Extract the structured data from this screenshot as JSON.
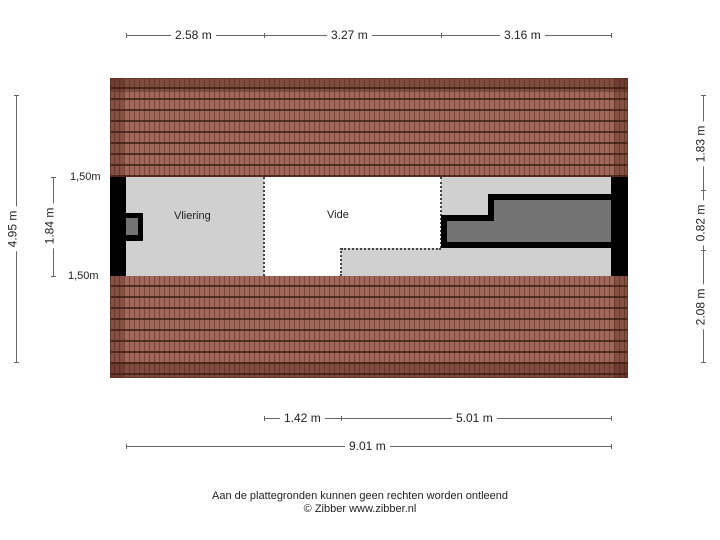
{
  "floorplan": {
    "rooms": [
      {
        "name": "Vliering"
      },
      {
        "name": "Vide"
      }
    ],
    "dimensions": {
      "top": [
        "2.58 m",
        "3.27 m",
        "3.16 m"
      ],
      "bottom_partial": [
        "1.42 m",
        "5.01 m"
      ],
      "bottom_total": "9.01 m",
      "left_total": "4.95 m",
      "left_inner": "1.84 m",
      "left_height_top": "1,50m",
      "left_height_bottom": "1,50m",
      "right": [
        "1.83 m",
        "0.82 m",
        "2.08 m"
      ]
    },
    "colors": {
      "roof": "#9a5f50",
      "wall": "#000000",
      "room_fill": "#d0d0d0",
      "stair_fill": "#737373"
    }
  },
  "footer": {
    "disclaimer": "Aan de plattegronden kunnen geen rechten worden ontleend",
    "copyright": "© Zibber www.zibber.nl"
  }
}
